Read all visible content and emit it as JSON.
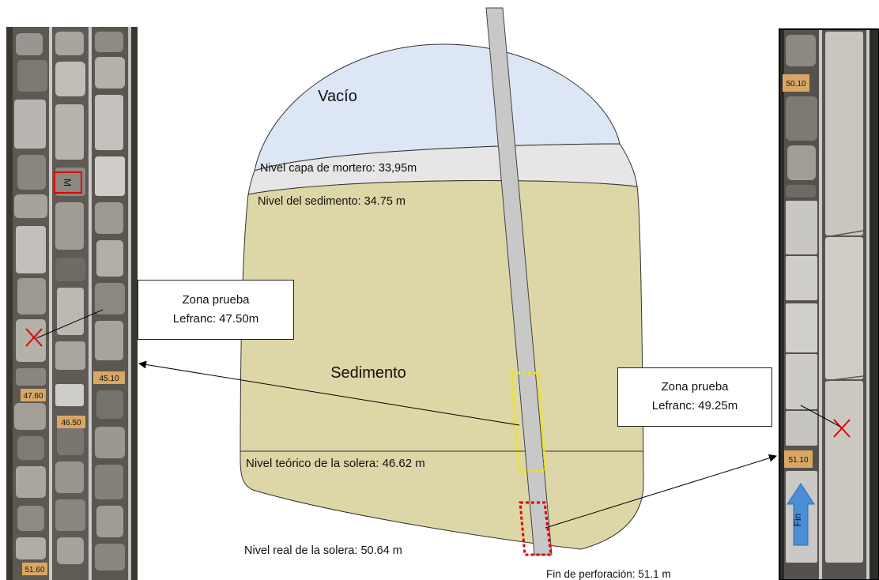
{
  "diagram": {
    "zones": {
      "void": "Vacío",
      "mortar_level": "Nivel capa de mortero: 33,95m",
      "sediment_level": "Nivel del sedimento: 34.75 m",
      "sediment": "Sedimento",
      "theoretical_floor": "Nivel teórico de la solera: 46.62 m",
      "real_floor": "Nivel real de la solera: 50.64 m",
      "drill_end": "Fin de perforación: 51.1 m"
    },
    "callouts": {
      "left": {
        "line1": "Zona prueba",
        "line2": "Lefranc: 47.50m"
      },
      "right": {
        "line1": "Zona prueba",
        "line2": "Lefranc: 49.25m"
      }
    },
    "core_photos": {
      "left_tags": [
        "M",
        "47.60",
        "46.50",
        "45.10",
        "51.60"
      ],
      "right_tags": [
        "50.10",
        "51.10",
        "Fin"
      ]
    },
    "colors": {
      "void": "#dce6f4",
      "mortar": "#e6e6e6",
      "sediment": "#ddd6a6",
      "drill": "#c8c8c8",
      "lefranc_zone": "#f2e600",
      "drill_end_zone": "#e00000",
      "test_marker": "#e00000"
    }
  }
}
